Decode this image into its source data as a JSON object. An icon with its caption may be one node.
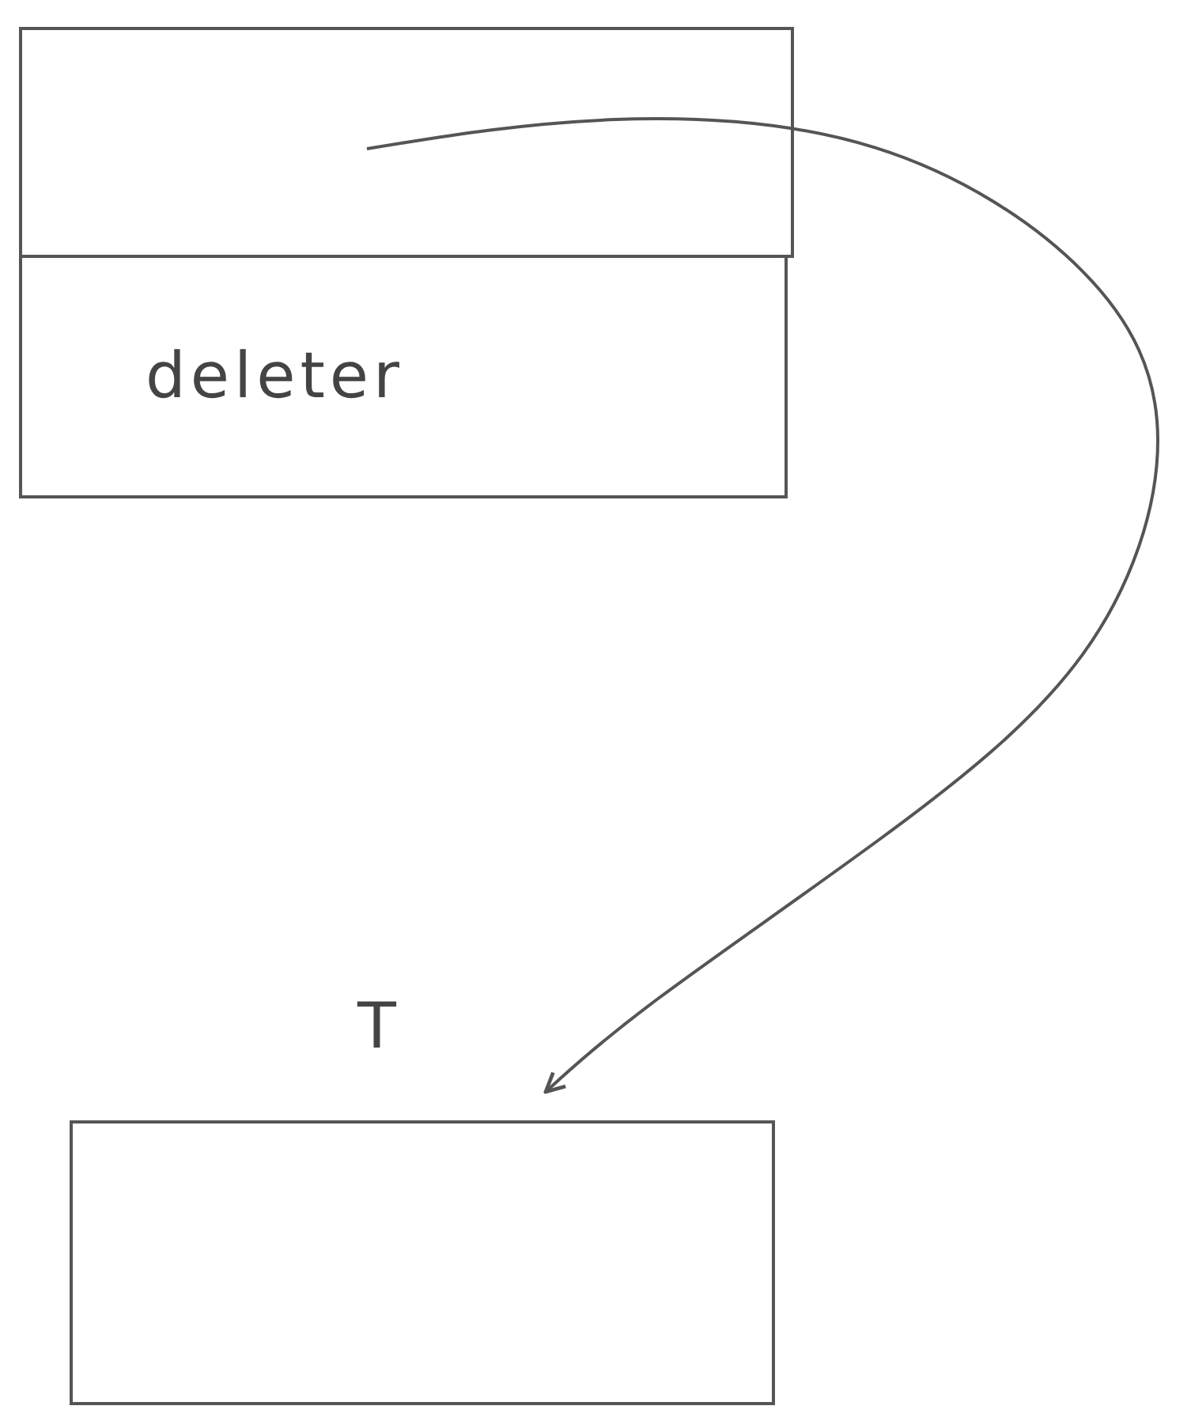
{
  "diagram": {
    "nodes": [
      {
        "text": [],
        "shape": "box"
      },
      {
        "text": [
          "deleter"
        ]
      },
      {
        "text": [
          "T"
        ]
      }
    ],
    "edges": [
      {
        "from": 0,
        "to": 2,
        "arrow": "to"
      }
    ]
  }
}
